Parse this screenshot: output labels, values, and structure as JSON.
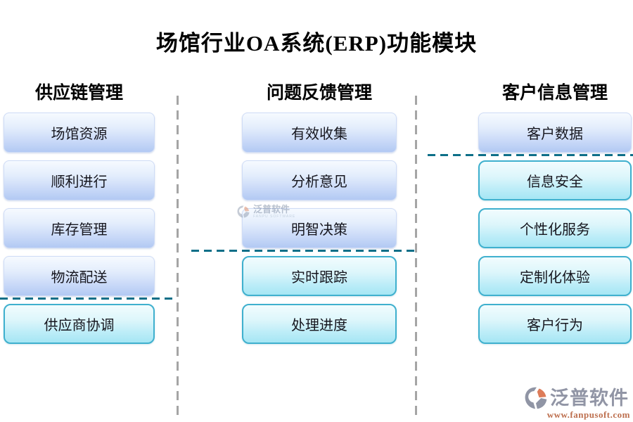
{
  "title": "场馆行业OA系统(ERP)功能模块",
  "columns": [
    {
      "header": "供应链管理",
      "items": [
        {
          "label": "场馆资源",
          "style": "blue"
        },
        {
          "label": "顺利进行",
          "style": "blue"
        },
        {
          "label": "库存管理",
          "style": "blue"
        },
        {
          "label": "物流配送",
          "style": "blue"
        },
        {
          "label": "供应商协调",
          "style": "cyan"
        }
      ],
      "divider_after_item": 4
    },
    {
      "header": "问题反馈管理",
      "items": [
        {
          "label": "有效收集",
          "style": "blue"
        },
        {
          "label": "分析意见",
          "style": "blue"
        },
        {
          "label": "明智决策",
          "style": "blue"
        },
        {
          "label": "实时跟踪",
          "style": "cyan"
        },
        {
          "label": "处理进度",
          "style": "cyan"
        }
      ],
      "divider_after_item": 3
    },
    {
      "header": "客户信息管理",
      "items": [
        {
          "label": "客户数据",
          "style": "blue"
        },
        {
          "label": "信息安全",
          "style": "cyan"
        },
        {
          "label": "个性化服务",
          "style": "cyan"
        },
        {
          "label": "定制化体验",
          "style": "cyan"
        },
        {
          "label": "客户行为",
          "style": "cyan"
        }
      ],
      "divider_after_item": 1
    }
  ],
  "watermark": {
    "name": "泛普软件",
    "subtitle": "FANPU SOFTWARE"
  },
  "footer_logo": {
    "name": "泛普软件",
    "website": "www.fanpusoft.com"
  },
  "colors": {
    "blue_box_top": "#f6faff",
    "blue_box_bottom": "#b2c9f3",
    "cyan_box_top": "#f1fcfe",
    "cyan_box_bottom": "#a5e6f4",
    "cyan_border": "#3fb0ce",
    "divider_teal": "#0d6f88",
    "divider_gray": "#a5a5a5",
    "logo_gray": "#9195a5",
    "logo_orange": "#dd7c59",
    "url_orange": "#bd6f4e"
  }
}
